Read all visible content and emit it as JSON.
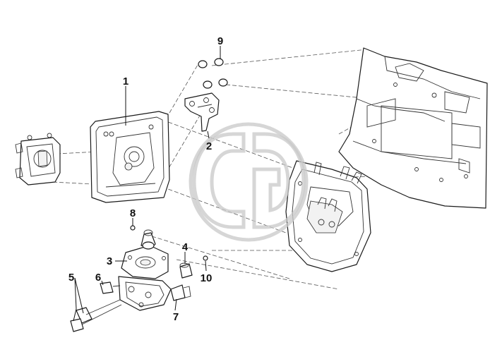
{
  "callouts": {
    "c1": "1",
    "c2": "2",
    "c3": "3",
    "c4": "4",
    "c5": "5",
    "c6": "6",
    "c7": "7",
    "c8": "8",
    "c9": "9",
    "c10": "10"
  },
  "watermark": "logo-watermark"
}
